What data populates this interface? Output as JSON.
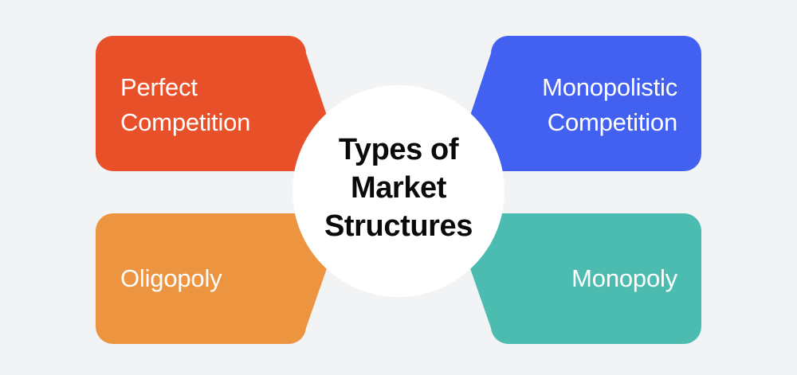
{
  "diagram": {
    "title": "Types of Market Structures",
    "center": {
      "label": "Types of\nMarket\nStructures",
      "text_color": "#0a0a0a",
      "fill": "#ffffff"
    },
    "background_color": "#f2f3f5",
    "quadrants": [
      {
        "id": "perfect-competition",
        "label": "Perfect\nCompetition",
        "color": "#e8502a",
        "position": "top-left",
        "point_direction": "right",
        "text_align": "left",
        "text_color": "#ffffff"
      },
      {
        "id": "monopolistic-competition",
        "label": "Monopolistic\nCompetition",
        "color": "#4361f0",
        "position": "top-right",
        "point_direction": "left",
        "text_align": "right",
        "text_color": "#ffffff"
      },
      {
        "id": "oligopoly",
        "label": "Oligopoly",
        "color": "#ed9440",
        "position": "bottom-left",
        "point_direction": "right",
        "text_align": "left",
        "text_color": "#ffffff"
      },
      {
        "id": "monopoly",
        "label": "Monopoly",
        "color": "#4cbcb0",
        "position": "bottom-right",
        "point_direction": "left",
        "text_align": "right",
        "text_color": "#ffffff"
      }
    ]
  }
}
